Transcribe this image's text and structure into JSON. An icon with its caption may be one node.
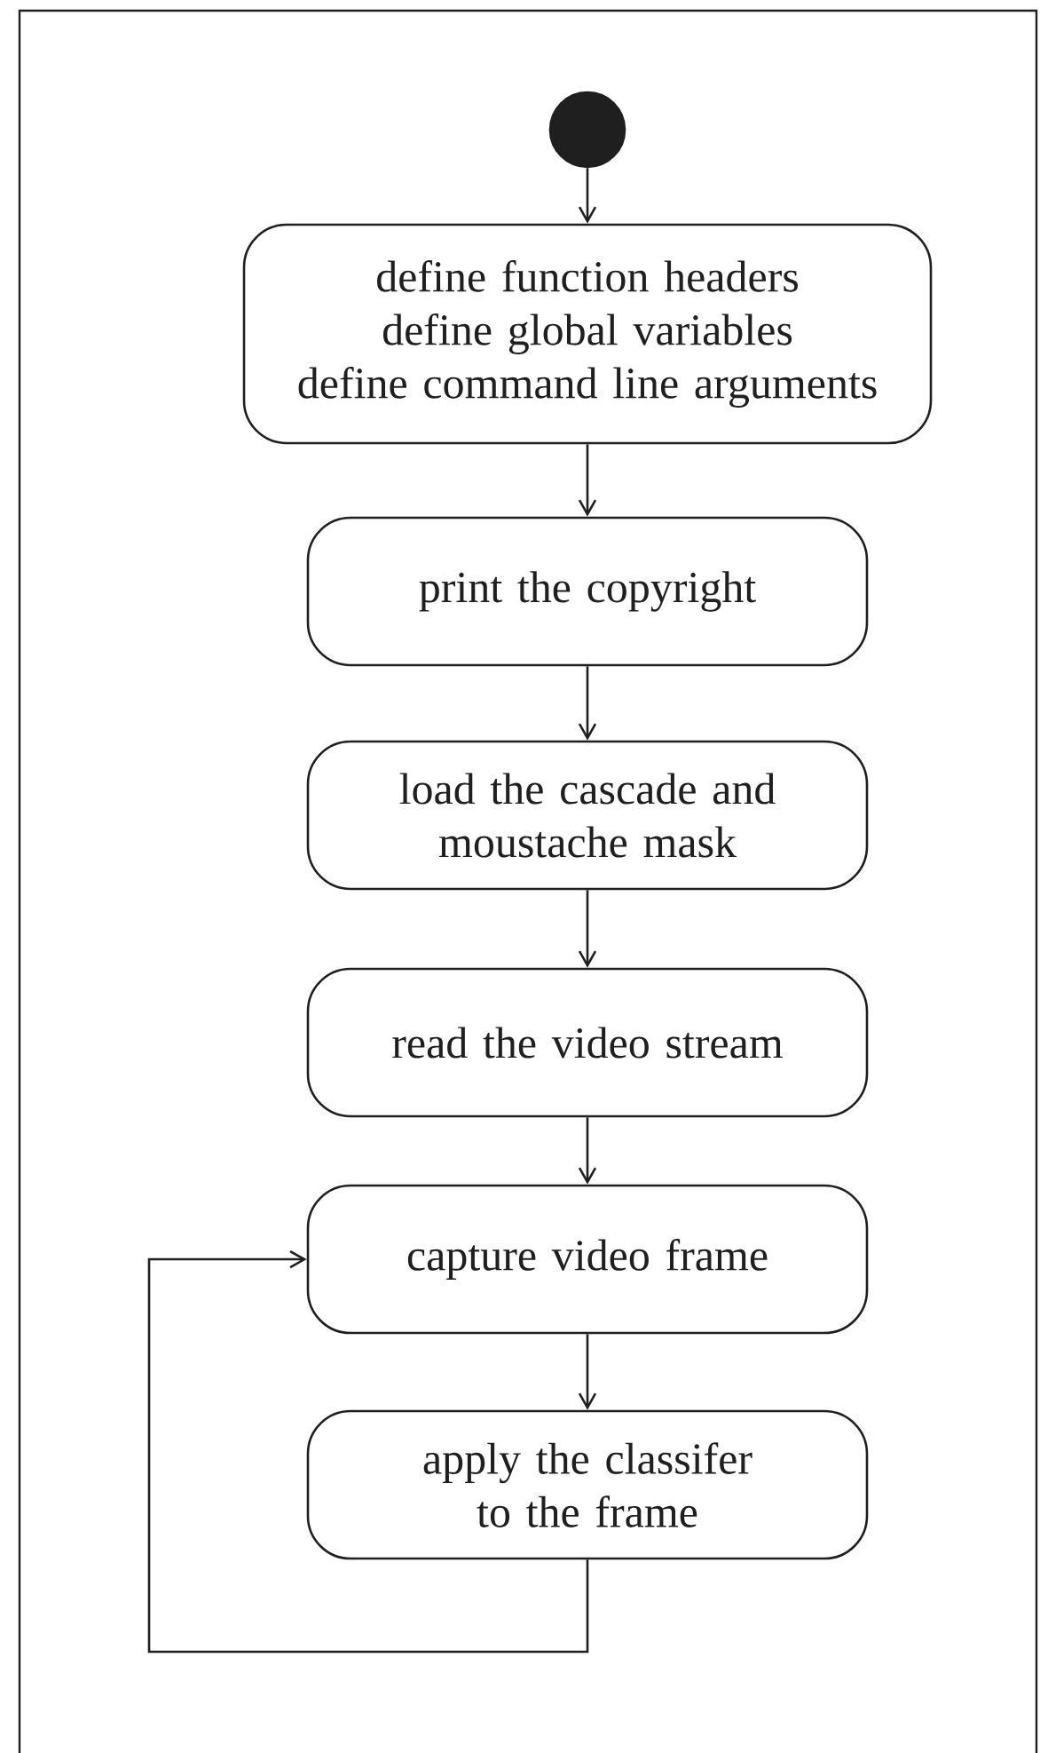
{
  "diagram": {
    "nodes": [
      {
        "text": [],
        "shape": "circle"
      },
      {
        "text": [
          "define function headers",
          "define global variables",
          "define command line arguments"
        ]
      },
      {
        "text": [
          "print the copyright"
        ]
      },
      {
        "text": [
          "load the cascade and moustache mask"
        ]
      },
      {
        "text": [
          "read the video stream"
        ]
      },
      {
        "text": [
          "capture video frame"
        ]
      },
      {
        "text": [
          "apply the classifer to the frame"
        ]
      }
    ],
    "edges": [
      {
        "from": 0,
        "to": 1,
        "arrow": "to"
      },
      {
        "from": 1,
        "to": 2,
        "arrow": "to"
      },
      {
        "from": 2,
        "to": 3,
        "arrow": "to"
      },
      {
        "from": 3,
        "to": 4,
        "arrow": "to"
      },
      {
        "from": 4,
        "to": 5,
        "arrow": "to"
      },
      {
        "from": 5,
        "to": 6,
        "arrow": "to"
      },
      {
        "from": 6,
        "to": 5,
        "arrow": "to"
      }
    ]
  }
}
